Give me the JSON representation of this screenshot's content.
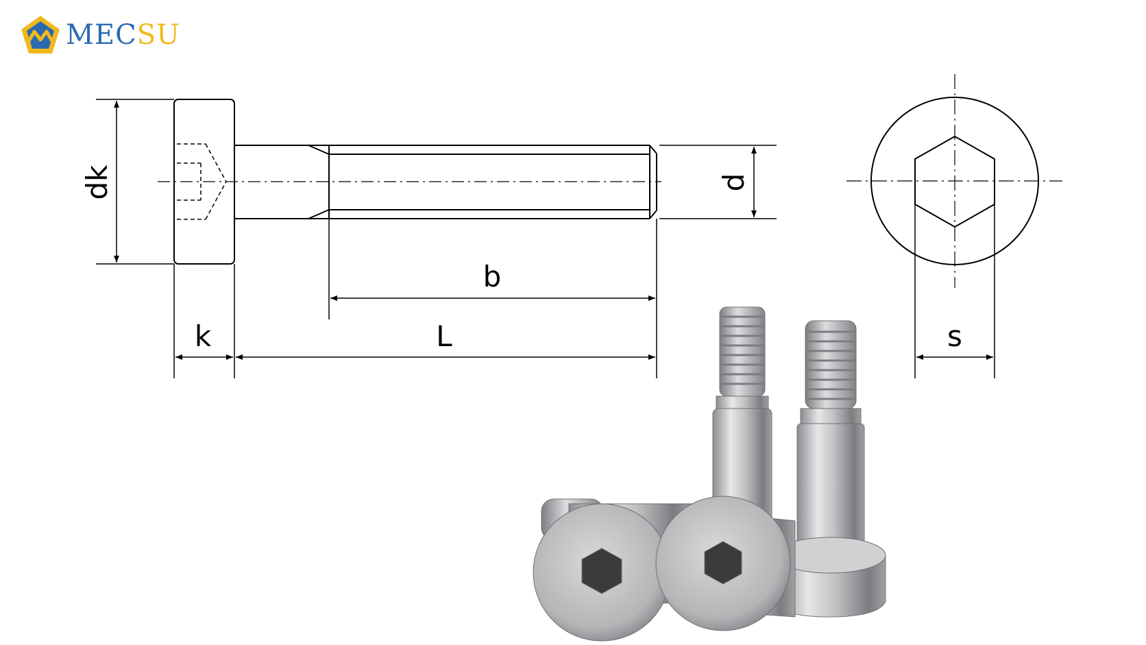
{
  "logo": {
    "text_part1": "MEC",
    "text_part2": "SU",
    "color_primary": "#2a6bb0",
    "color_accent": "#f1b81e"
  },
  "labels": {
    "dk": "dk",
    "d": "d",
    "b": "b",
    "L": "L",
    "k": "k",
    "s": "s"
  },
  "colors": {
    "line": "#000000",
    "metal_light": "#d9dadb",
    "metal_mid": "#a9abad",
    "metal_dark": "#6e7073"
  },
  "icons": [
    "mecsu-logo-icon",
    "hex-socket-icon"
  ]
}
